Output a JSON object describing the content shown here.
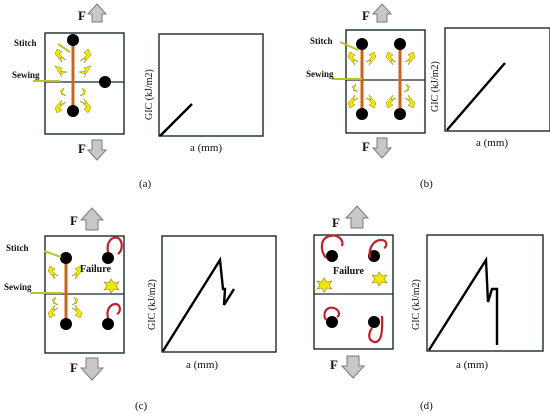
{
  "colors": {
    "frame": "#1a2a2a",
    "stitch_line": "#c8641e",
    "dot": "#000000",
    "spark": "#f5e600",
    "arrow_fill": "#c8c8c8",
    "arrow_stroke": "#7a7a7a",
    "hook": "#c0202c",
    "leader": "#b8c428",
    "curve": "#000000"
  },
  "icons": [
    "load-arrow-icon",
    "spark-icon",
    "failure-star-icon",
    "stitch-hook-icon"
  ],
  "panels": {
    "a": {
      "caption": "(a)",
      "force_top": "F",
      "force_bottom": "F",
      "stitch_label": "Stitch",
      "sewing_label": "Sewing",
      "graph_ylabel": "GIC (kJ/m2)",
      "graph_xlabel": "a (mm)"
    },
    "b": {
      "caption": "(b)",
      "force_top": "F",
      "force_bottom": "F",
      "stitch_label": "Stitch",
      "sewing_label": "Sewing",
      "graph_ylabel": "GIC (kJ/m2)",
      "graph_xlabel": "a (mm)"
    },
    "c": {
      "caption": "(c)",
      "force_top": "F",
      "force_bottom": "F",
      "stitch_label": "Stitch",
      "sewing_label": "Sewing",
      "failure_label": "Failure",
      "graph_ylabel": "GIC (kJ/m2)",
      "graph_xlabel": "a (mm)"
    },
    "d": {
      "caption": "(d)",
      "force_top": "F",
      "force_bottom": "F",
      "failure_label": "Failure",
      "graph_ylabel": "GIC (kJ/m2)",
      "graph_xlabel": "a (mm)"
    }
  }
}
